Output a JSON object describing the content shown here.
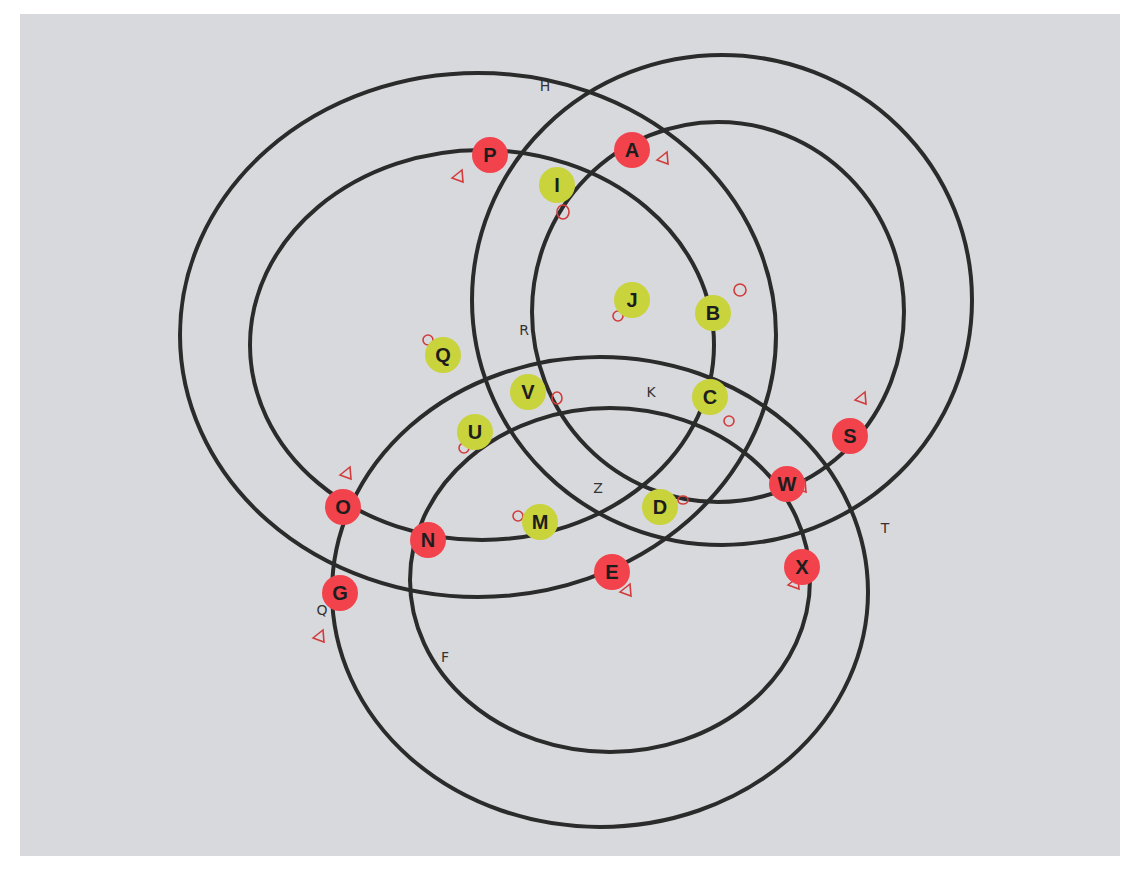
{
  "diagram": {
    "nodes": [
      {
        "text": [
          "P"
        ]
      },
      {
        "text": [
          "A"
        ]
      },
      {
        "text": [
          "I"
        ]
      },
      {
        "text": [
          "J"
        ]
      },
      {
        "text": [
          "B"
        ]
      },
      {
        "text": [
          "Q"
        ]
      },
      {
        "text": [
          "V"
        ]
      },
      {
        "text": [
          "C"
        ]
      },
      {
        "text": [
          "S"
        ]
      },
      {
        "text": [
          "U"
        ]
      },
      {
        "text": [
          "W"
        ]
      },
      {
        "text": [
          "O"
        ]
      },
      {
        "text": [
          "N"
        ]
      },
      {
        "text": [
          "M"
        ]
      },
      {
        "text": [
          "D"
        ]
      },
      {
        "text": [
          "E"
        ]
      },
      {
        "text": [
          "X"
        ]
      },
      {
        "text": [
          "G"
        ]
      }
    ],
    "labels": [
      "H",
      "R",
      "K",
      "Z",
      "T",
      "F",
      "Q"
    ]
  }
}
